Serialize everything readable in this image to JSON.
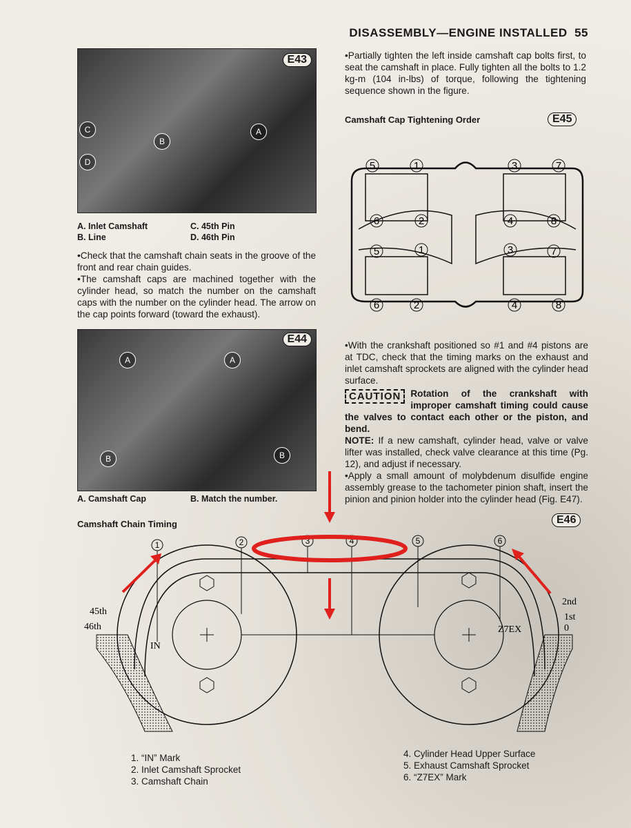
{
  "header": {
    "title": "DISASSEMBLY—ENGINE INSTALLED",
    "page": "55"
  },
  "fig_e43": {
    "tag": "E43",
    "labels": [
      "A",
      "B",
      "C",
      "D"
    ],
    "captions": [
      "A. Inlet Camshaft",
      "B. Line",
      "C. 45th Pin",
      "D. 46th Pin"
    ]
  },
  "left_text": {
    "p1": "•Check that the camshaft chain seats in the groove of the front and rear chain guides.",
    "p2": "•The camshaft caps are machined together with the cylinder head, so match the number on the camshaft caps with the number on the cylinder head.  The arrow on the cap points forward (toward the exhaust)."
  },
  "fig_e44": {
    "tag": "E44",
    "labels": [
      "A",
      "A",
      "B",
      "B"
    ],
    "captions": [
      "A. Camshaft Cap",
      "B. Match the number."
    ]
  },
  "fig_e46": {
    "title": "Camshaft Chain Timing",
    "tag": "E46",
    "callouts": [
      "1",
      "2",
      "3",
      "4",
      "5",
      "6"
    ],
    "marks": [
      "45th",
      "46th",
      "IN",
      "Z7EX",
      "2nd",
      "1st",
      "0"
    ],
    "legend": [
      "1. “IN” Mark",
      "2. Inlet Camshaft Sprocket",
      "3. Camshaft Chain",
      "4. Cylinder Head Upper Surface",
      "5. Exhaust Camshaft Sprocket",
      "6. “Z7EX” Mark"
    ]
  },
  "right_text": {
    "p1": "•Partially tighten the left inside camshaft cap bolts first, to seat the camshaft in place.  Fully tighten all the bolts to 1.2 kg-m (104 in-lbs) of torque, following the tightening sequence shown in the figure.",
    "p2": "•With the crankshaft positioned so #1 and #4 pistons are at TDC, check that the timing marks on the exhaust and inlet camshaft sprockets are aligned with the cylinder head surface.",
    "caution_label": "CAUTION",
    "caution": "Rotation of the crankshaft with improper camshaft timing could cause the valves to contact each other or the piston, and bend.",
    "note_label": "NOTE:",
    "note": " If a new camshaft, cylinder head, valve or valve lifter was installed, check valve clearance at this time (Pg. 12), and adjust if necessary.",
    "p3": "•Apply a small amount of molybdenum disulfide engine assembly grease to the tachometer pinion shaft, insert the pinion and pinion holder into the cylinder head (Fig. E47)."
  },
  "fig_e45": {
    "title": "Camshaft Cap Tightening Order",
    "tag": "E45",
    "numbers": [
      "5",
      "1",
      "3",
      "7",
      "6",
      "2",
      "4",
      "8",
      "5",
      "1",
      "3",
      "7",
      "6",
      "2",
      "4",
      "8"
    ]
  },
  "annotation_color": "#e0201c"
}
